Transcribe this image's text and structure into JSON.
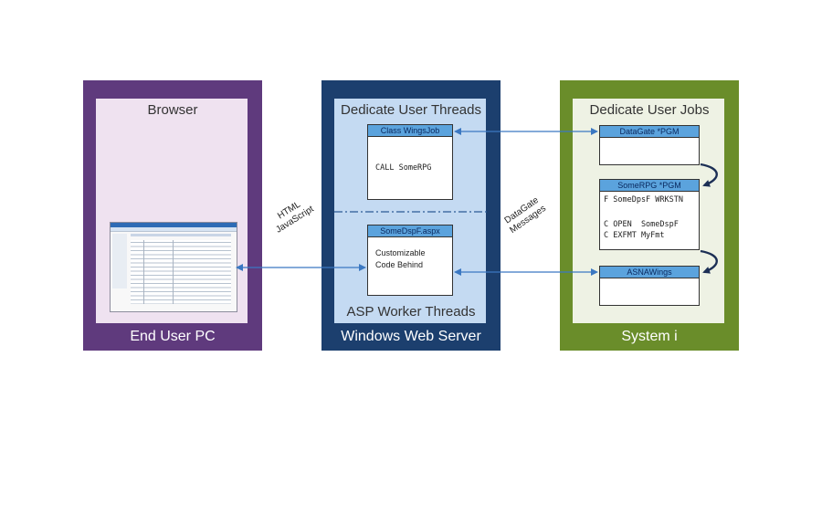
{
  "left_panel": {
    "title": "Browser",
    "footer": "End User PC"
  },
  "middle_panel": {
    "title": "Dedicate User Threads",
    "bottom_label": "ASP Worker Threads",
    "footer": "Windows Web Server",
    "box1": {
      "header": "Class WingsJob",
      "text": "CALL SomeRPG"
    },
    "box2": {
      "header": "SomeDspF.aspx",
      "line1": "Customizable",
      "line2": "Code Behind"
    }
  },
  "right_panel": {
    "title": "Dedicate User Jobs",
    "footer": "System i",
    "box1": {
      "header": "DataGate *PGM"
    },
    "box2": {
      "header": "SomeRPG *PGM",
      "code": [
        "F SomeDpsF WRKSTN",
        "",
        "C OPEN  SomeDspF",
        "C EXFMT MyFmt"
      ]
    },
    "box3": {
      "header": "ASNAWings"
    }
  },
  "labels": {
    "html_js_1": "HTML",
    "html_js_2": "JavaScript",
    "datagate_1": "DataGate",
    "datagate_2": "Messages"
  },
  "colors": {
    "left": "#5f3a7d",
    "left_inner": "#efe2f0",
    "middle": "#1c3f6e",
    "middle_inner": "#c4daf2",
    "right": "#6a8d2a",
    "right_inner": "#eef2e4",
    "box_header": "#5ba3dd",
    "arrow": "#3b78c2"
  }
}
